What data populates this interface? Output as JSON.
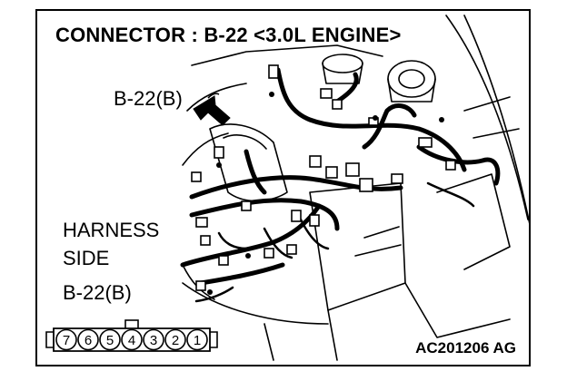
{
  "title": "CONNECTOR : B-22 <3.0L ENGINE>",
  "callout_label": "B-22(B)",
  "harness_label": {
    "line1": "HARNESS",
    "line2": "SIDE",
    "connector": "B-22(B)"
  },
  "connector_pins": [
    "7",
    "6",
    "5",
    "4",
    "3",
    "2",
    "1"
  ],
  "figure_code": "AC201206 AG"
}
